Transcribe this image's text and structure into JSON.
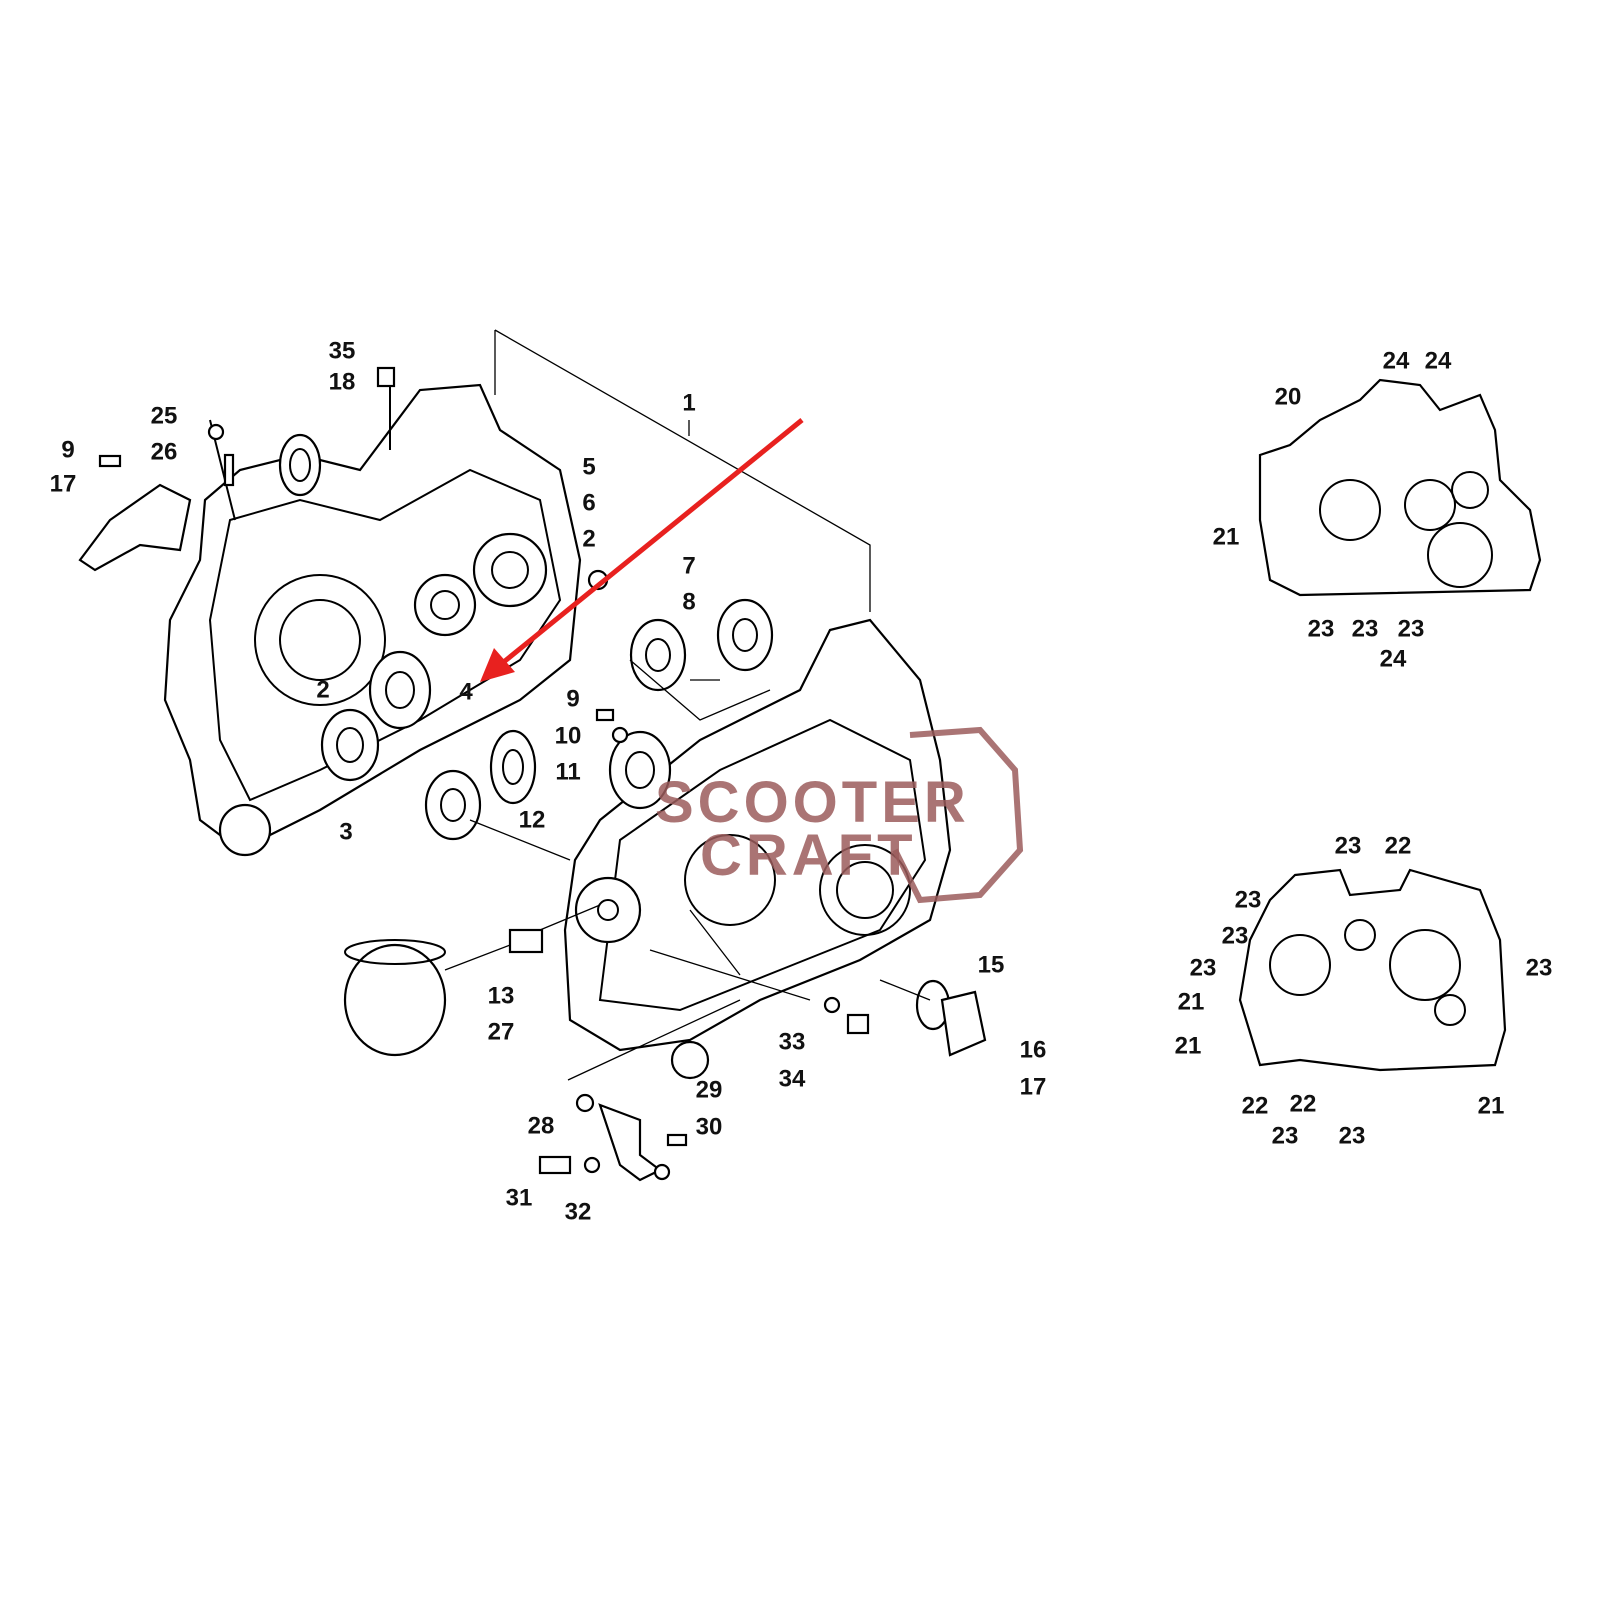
{
  "diagram": {
    "title": "Crankcase assembly exploded view",
    "watermark": [
      "SCOOTER",
      "CRAFT"
    ],
    "arrow_color": "#e8211f",
    "watermark_color": "#9b5c5c",
    "callouts": [
      "35",
      "18",
      "25",
      "26",
      "9",
      "17",
      "5",
      "6",
      "2",
      "1",
      "7",
      "8",
      "2",
      "4",
      "9",
      "10",
      "11",
      "12",
      "3",
      "13",
      "27",
      "15",
      "16",
      "17",
      "33",
      "34",
      "29",
      "28",
      "30",
      "31",
      "32"
    ],
    "inset_top_callouts": [
      "24",
      "24",
      "20",
      "21",
      "23",
      "23",
      "23",
      "24"
    ],
    "inset_bottom_callouts": [
      "23",
      "22",
      "23",
      "23",
      "23",
      "23",
      "21",
      "21",
      "22",
      "22",
      "21",
      "23",
      "23"
    ]
  }
}
